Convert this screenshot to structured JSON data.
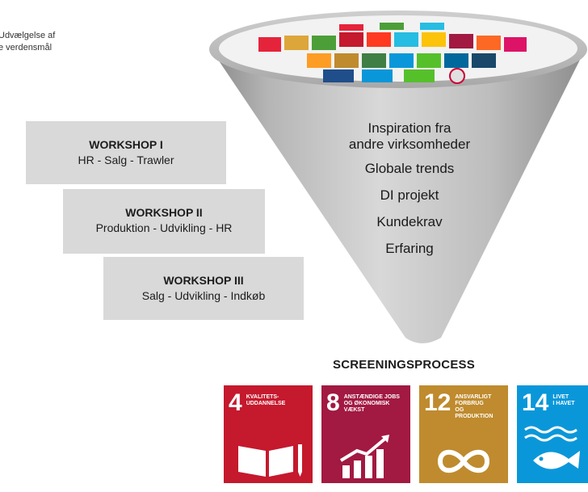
{
  "caption": "Udvælgelse af\ne verdensmål",
  "workshops": [
    {
      "title": "WORKSHOP I",
      "teams": "HR - Salg - Trawler"
    },
    {
      "title": "WORKSHOP II",
      "teams": "Produktion - Udvikling - HR"
    },
    {
      "title": "WORKSHOP III",
      "teams": "Salg - Udvikling - Indkøb"
    }
  ],
  "funnel_items": [
    "Inspiration fra\nandre virksomheder",
    "Globale trends",
    "DI projekt",
    "Kundekrav",
    "Erfaring"
  ],
  "process_label": "SCREENINGSPROCESS",
  "goals": [
    {
      "number": "4",
      "title": "KVALITETS-\nUDDANNELSE",
      "color": "#c5192d",
      "icon": "book-pencil-icon"
    },
    {
      "number": "8",
      "title": "ANSTÆNDIGE JOBS\nOG ØKONOMISK\nVÆKST",
      "color": "#a21942",
      "icon": "growth-chart-icon"
    },
    {
      "number": "12",
      "title": "ANSVARLIGT\nFORBRUG\nOG PRODUKTION",
      "color": "#bf8b2e",
      "icon": "infinity-icon"
    },
    {
      "number": "14",
      "title": "LIVET\nI HAVET",
      "color": "#0a97d9",
      "icon": "fish-waves-icon"
    }
  ]
}
